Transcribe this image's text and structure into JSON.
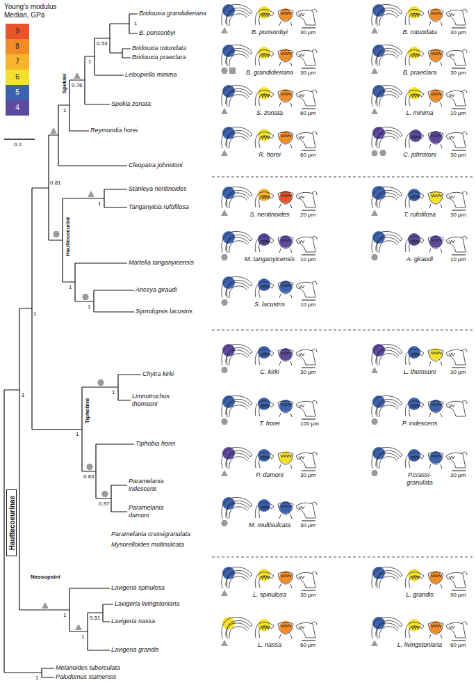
{
  "diagram": {
    "nodes": [
      {
        "text": [
          "Hauttecoeurinae"
        ]
      }
    ],
    "labels": [
      "Young's modulus Median, GPa",
      "0.2",
      "Bridouxia grandidieriana",
      "B. ponsonbyi",
      "Bridouxia rotundata",
      "Bridouxia praeclara",
      "Leloupiella minima",
      "Spekia zonata",
      "Reymondia horei",
      "Cleopatra johnstoni",
      "Stanleya neritinoides",
      "Tanganyicia rufofilosa",
      "Martelia tanganyicensis",
      "Anceya giraudi",
      "Syrnolopsis lacustris",
      "Chytra kirki",
      "Limnotrochus thomsoni",
      "Tiphobia horei",
      "Paramelania iridescens",
      "Paramelania damoni",
      "Paramelania crassigranulata",
      "Mysorelloides multisulcata",
      "Lavigeria spinulosa",
      "Lavigeria livingstoniana",
      "Lavigeria nassa",
      "Lavigeria grandis",
      "Melanoides tuberculata",
      "Paludomus siamensis",
      "1",
      "0.53",
      "1",
      "0.76",
      "1",
      "0.81",
      "1",
      "1",
      "1",
      "1",
      "1",
      "1",
      "0.83",
      "0.97",
      "1",
      "0.51",
      "1",
      "1",
      "1",
      "Spekini",
      "Hauttecoeurini",
      "Tiphobini",
      "Nassopsini",
      "B. ponsonbyi",
      "30 µm",
      "B. rotundata",
      "30 µm",
      "B. grandidieriana",
      "30 µm",
      "B. praeclara",
      "30 µm",
      "S. zonata",
      "60 µm",
      "L. minima",
      "10 µm",
      "R. horei",
      "60 µm",
      "C. johnstoni",
      "30 µm",
      "S. neritinoides",
      "20 µm",
      "T. rufofilosa",
      "30 µm",
      "M. tanganyicensis",
      "10 µm",
      "A. giraudi",
      "10 µm",
      "S. lacustris",
      "10 µm",
      "C. kirki",
      "30 µm",
      "L. thomsoni",
      "30 µm",
      "T. horei",
      "100 µm",
      "P. iridescens",
      "P. damoni",
      "30 µm",
      "P.crassi- granulata",
      "30 µm",
      "M. multisulcata",
      "30 µm",
      "L. spinulosa",
      "30 µm",
      "L. grandis",
      "90 µm",
      "L. nassa",
      "60 µm",
      "L. livingstoniana",
      "60 µm"
    ],
    "legend": [
      {
        "text": "9",
        "color": "#e9552b"
      },
      {
        "text": "8",
        "color": "#f28c28"
      },
      {
        "text": "7",
        "color": "#f7b52c"
      },
      {
        "text": "6",
        "color": "#f4e12e"
      },
      {
        "text": "5",
        "color": "#3c61ad"
      },
      {
        "text": "4",
        "color": "#5b4a9e"
      }
    ]
  }
}
